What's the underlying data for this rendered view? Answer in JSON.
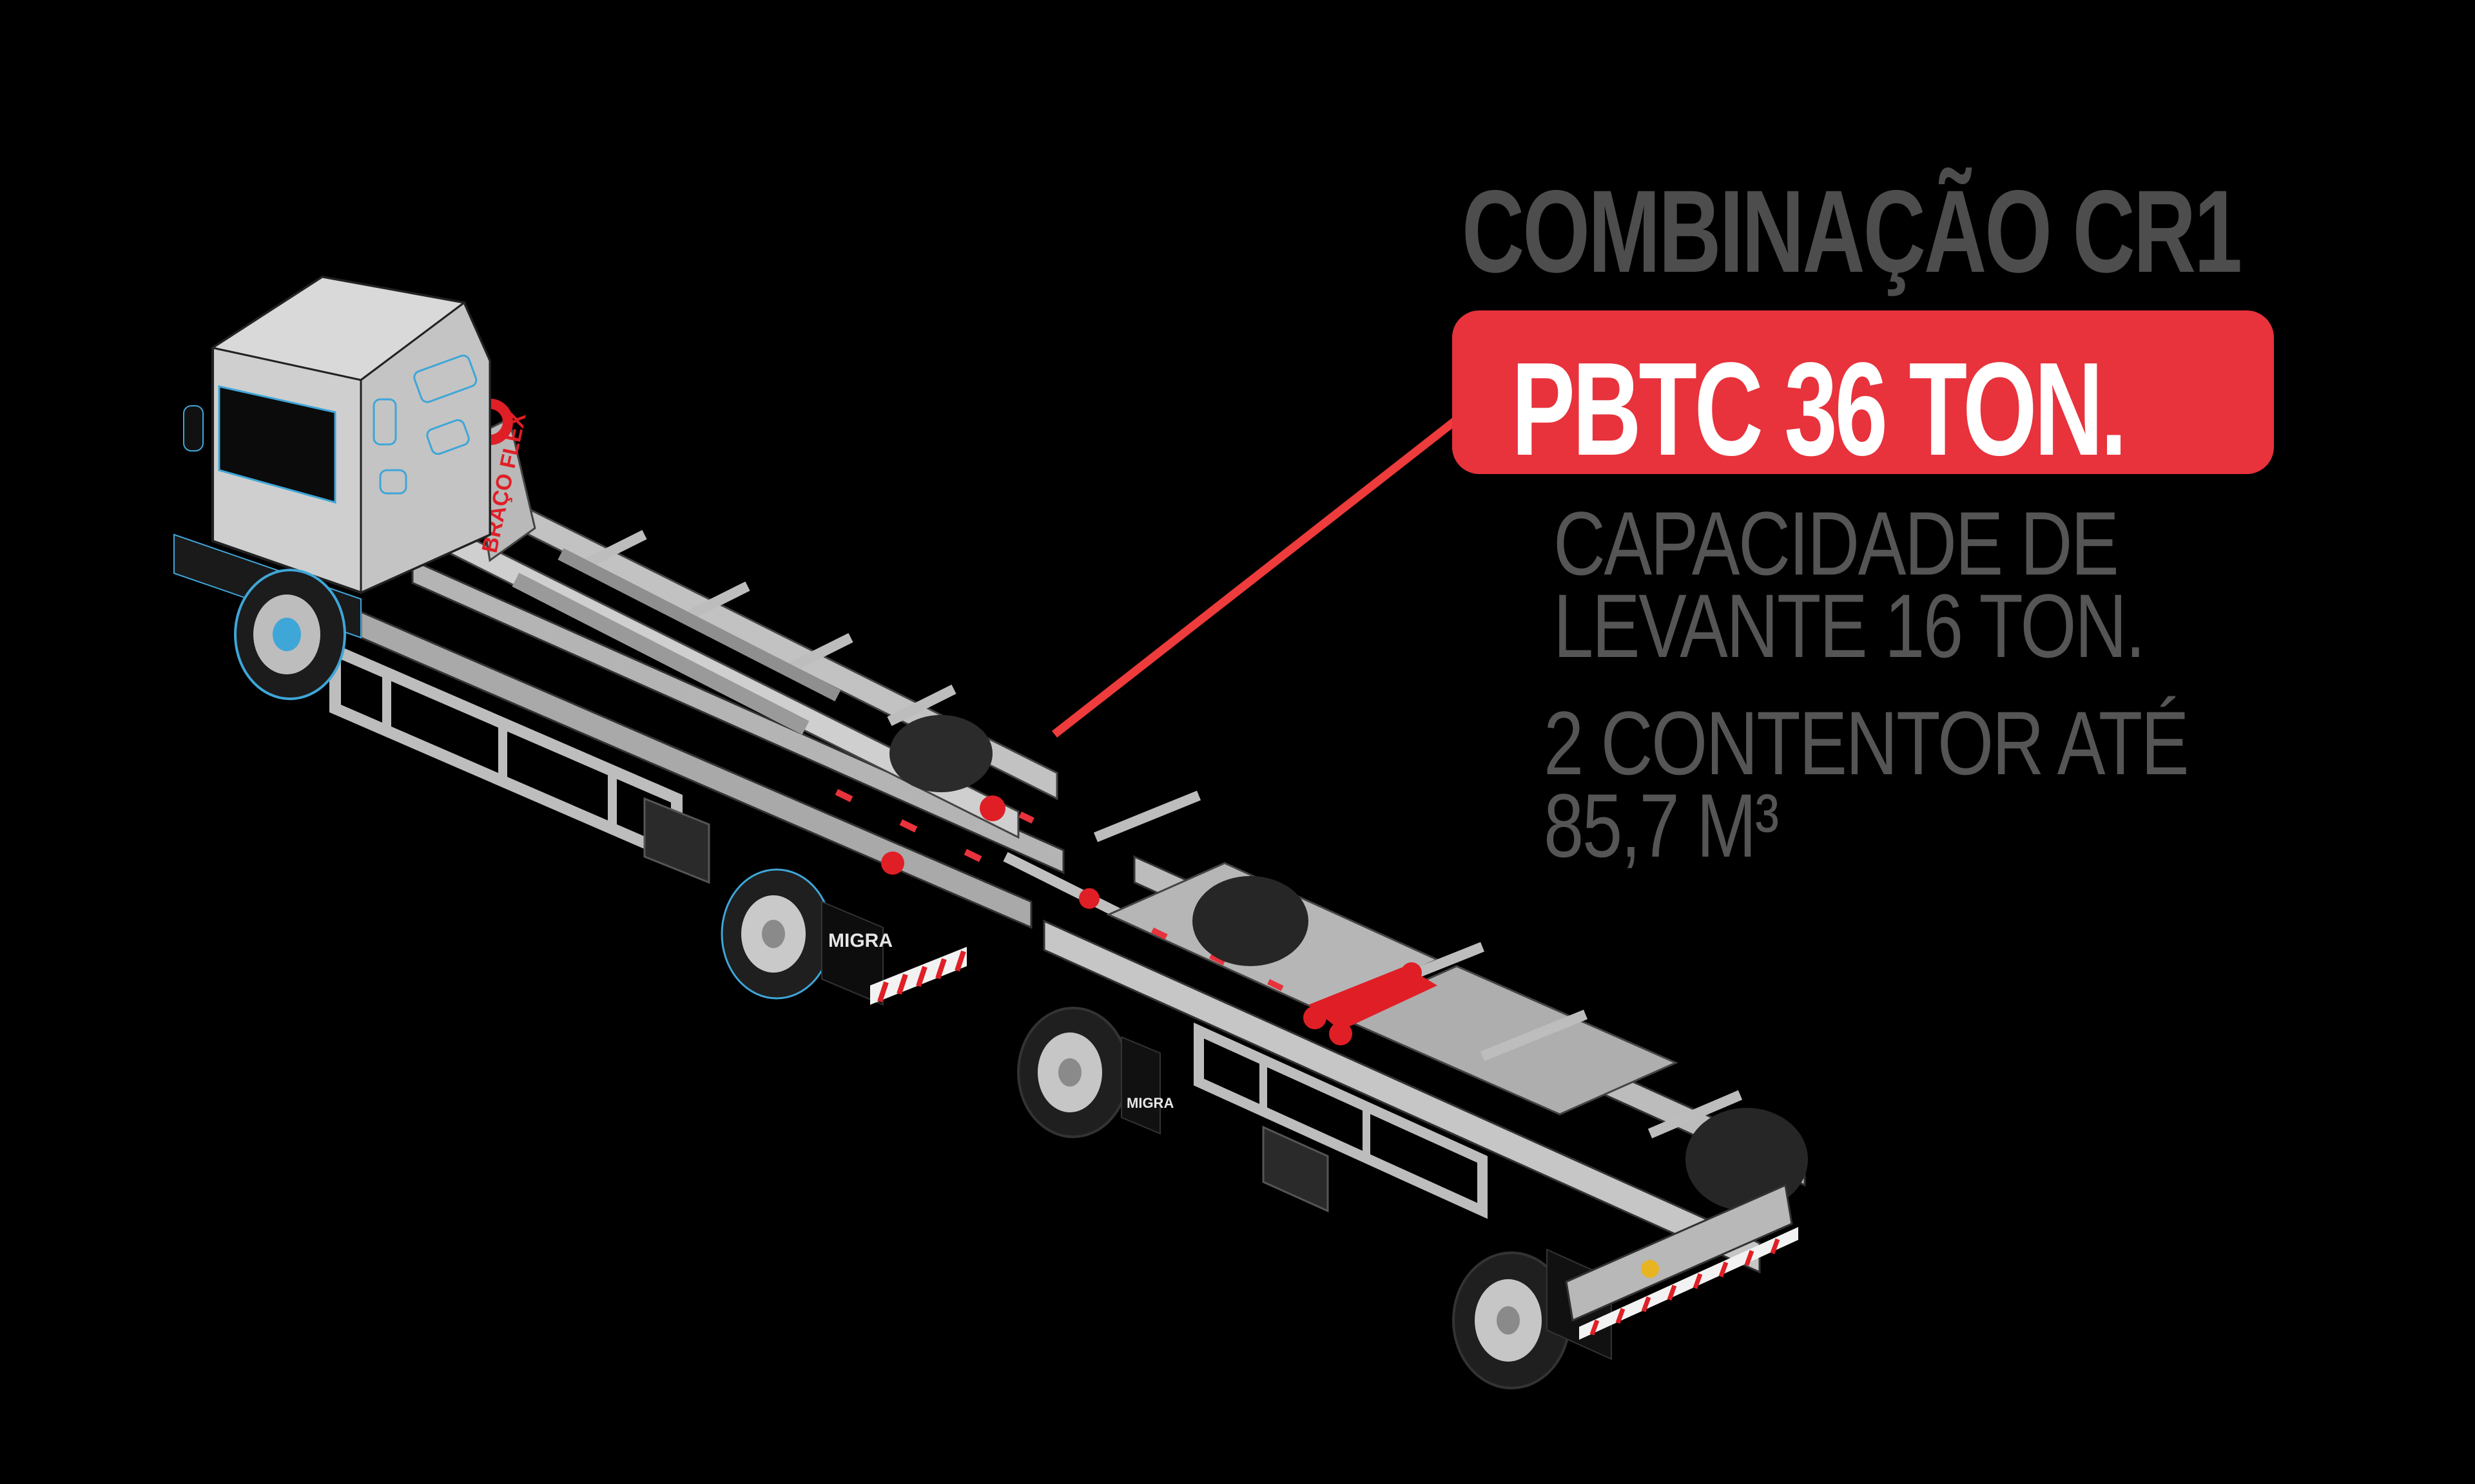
{
  "header": {
    "title": "COMBINAÇÃO CR1"
  },
  "badge": {
    "label": "PBTC 36 TON.",
    "color": "#e8323c",
    "text_color": "#ffffff"
  },
  "specs": [
    {
      "line1": "CAPACIDADE DE",
      "line2": "LEVANTE 16 TON."
    },
    {
      "line1": "2 CONTENTOR ATÉ",
      "line2": "85,7 M³"
    }
  ],
  "illustration": {
    "subject": "hooklift truck with trailer combination (isometric render)",
    "arm_label": "BRAÇO FLEX",
    "mudflap_label": "MIGRA",
    "accent_color": "#e8323c",
    "body_color": "#c8c8c8",
    "text_gray": "#4d4d4d"
  }
}
